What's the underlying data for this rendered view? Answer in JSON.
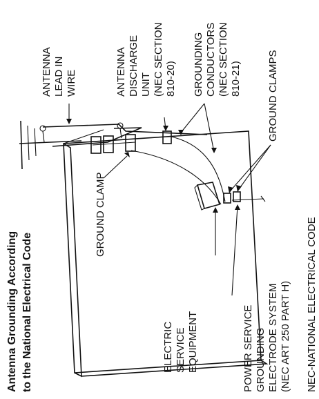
{
  "title": {
    "line1": "Antenna Grounding According",
    "line2": "to the National Electrical Code"
  },
  "labels": {
    "antenna_lead_in_wire": [
      "ANTENNA",
      "LEAD IN",
      "WIRE"
    ],
    "antenna_discharge_unit": [
      "ANTENNA",
      "DISCHARGE",
      "UNIT",
      "(NEC SECTION",
      "810-20)"
    ],
    "grounding_conductors": [
      "GROUNDING",
      "CONDUCTORS",
      "(NEC SECTION",
      "810-21)"
    ],
    "ground_clamps": "GROUND CLAMPS",
    "nec_note": "NEC-NATIONAL ELECTRICAL CODE",
    "ground_clamp": "GROUND CLAMP",
    "electric_service_equipment": [
      "ELECTRIC",
      "SERVICE",
      "EQUIPMENT"
    ],
    "power_service_grounding": [
      "POWER SERVICE",
      "GROUNDING",
      "ELECTRODE SYSTEM",
      "(NEC ART 250 PART H)"
    ]
  }
}
